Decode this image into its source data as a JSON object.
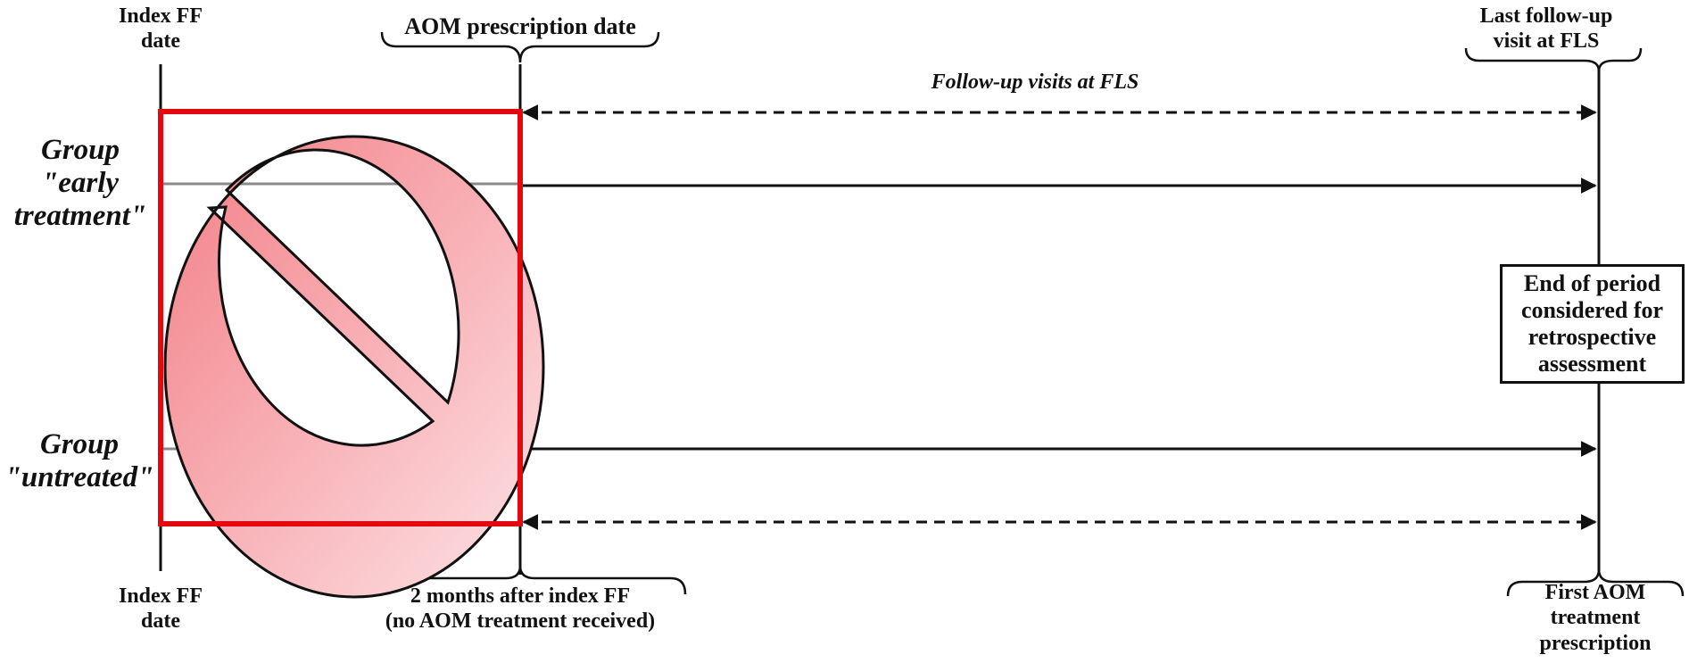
{
  "labels": {
    "index_ff_top": [
      "Index FF",
      "date"
    ],
    "aom_prescription": "AOM prescription date",
    "last_followup": [
      "Last follow-up",
      "visit at FLS"
    ],
    "followup_visits": "Follow-up visits at FLS",
    "group_early": [
      "Group",
      "\"early",
      "treatment\""
    ],
    "group_untreated": [
      "Group",
      "\"untreated\""
    ],
    "end_period": [
      "End of period",
      "considered for",
      "retrospective",
      "assessment"
    ],
    "index_ff_bottom": [
      "Index FF",
      "date"
    ],
    "two_months": [
      "2 months after index FF",
      "(no AOM treatment received)"
    ],
    "first_aom": [
      "First AOM",
      "treatment",
      "prescription"
    ]
  },
  "colors": {
    "box_stroke": "#e3090f",
    "prohibition_fill_dark": "#f27f86",
    "prohibition_fill_light": "#fde3e6",
    "line": "#111111",
    "group_line_gray": "#8a8a8a"
  },
  "icons": {
    "prohibition": "no-entry-symbol"
  }
}
